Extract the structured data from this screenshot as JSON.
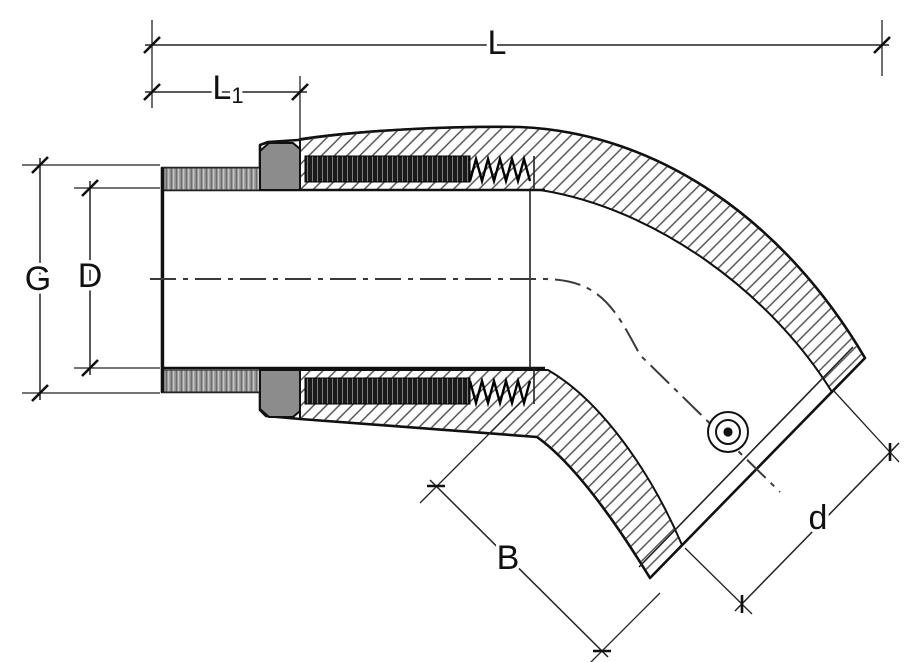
{
  "drawing": {
    "type": "technical-section-drawing",
    "subject": "45-degree elbow fitting with male threaded end, cross-section with dimension lines",
    "dimension_labels": {
      "overall_length": "L",
      "thread_length_base": "L",
      "thread_length_sub": "1",
      "thread_size": "G",
      "bore_diameter": "D",
      "outlet_length": "B",
      "outlet_diameter": "d"
    },
    "colors": {
      "line": "#111111",
      "thread_gray": "#9e9e9e",
      "collar_gray": "#8c8c8c",
      "coil_dark": "#1a1a1a",
      "background": "#ffffff"
    }
  }
}
